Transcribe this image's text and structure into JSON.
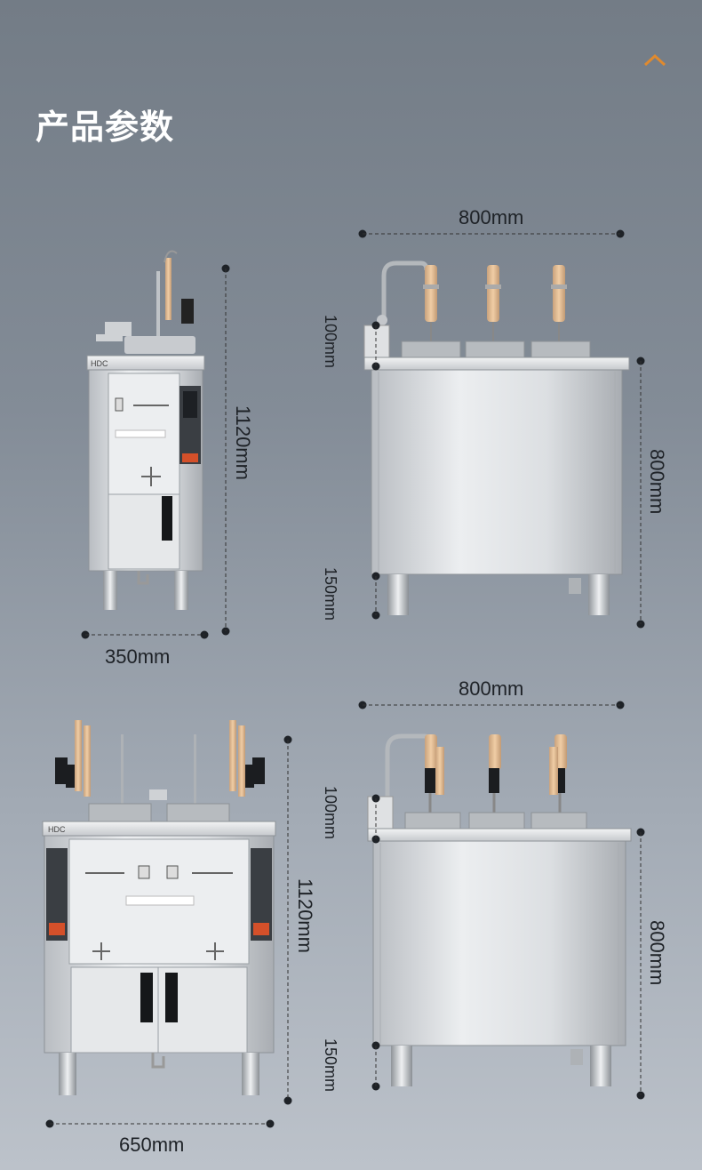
{
  "header": {
    "title": "产品参数",
    "scroll_top_icon": "chevron-up-icon",
    "accent_color": "#e08a2e"
  },
  "product1": {
    "name": "single-tank cooker",
    "width_label": "350mm",
    "height_label": "1120mm"
  },
  "product2": {
    "name": "triple-basket side view",
    "width_label": "800mm",
    "top_label": "100mm",
    "body_label": "800mm",
    "leg_label": "150mm"
  },
  "product3": {
    "name": "double-tank cooker",
    "width_label": "650mm",
    "height_label": "1120mm"
  },
  "product4": {
    "name": "triple-basket side view lifted",
    "width_label": "800mm",
    "top_label": "100mm",
    "body_label": "800mm",
    "leg_label": "150mm"
  },
  "brand": "HDC"
}
